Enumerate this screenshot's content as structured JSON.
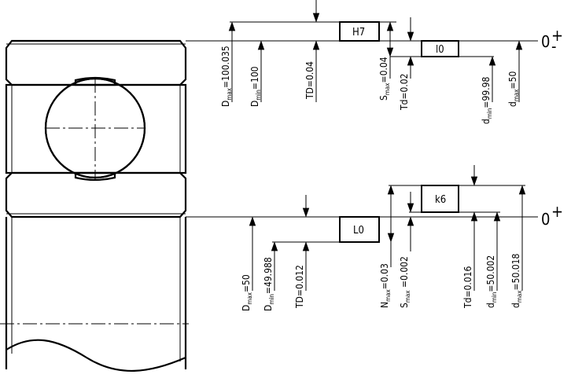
{
  "top_fit": {
    "hole_zone": "H7",
    "shaft_zone": "l0",
    "labels": {
      "D_max": "D",
      "D_max_sub": "max",
      "D_max_val": "=100.035",
      "D_min": "D",
      "D_min_sub": "min",
      "D_min_val": "=100",
      "TD": "TD=0.04",
      "S_max": "S",
      "S_max_sub": "max",
      "S_max_val": "=0.04",
      "Td": "Td=0.02",
      "d_min": "d",
      "d_min_sub": "min",
      "d_min_val": "=99.98",
      "d_max": "d",
      "d_max_sub": "max",
      "d_max_val": "=50"
    }
  },
  "bottom_fit": {
    "hole_zone": "L0",
    "shaft_zone": "k6",
    "labels": {
      "D_max": "D",
      "D_max_sub": "max",
      "D_max_val": "=50",
      "D_min": "D",
      "D_min_sub": "min",
      "D_min_val": "=49.988",
      "TD": "TD=0.012",
      "N_max": "N",
      "N_max_sub": "max",
      "N_max_val": "=0.03",
      "S_max": "S",
      "S_max_sub": "max",
      "S_max_val": " =0.002",
      "Td": "Td=0.016",
      "d_min": "d",
      "d_min_sub": "min",
      "d_min_val": "=50.002",
      "d_max": "d",
      "d_max_sub": "max",
      "d_max_val": "=50.018"
    }
  },
  "zero_line": {
    "zero": "0",
    "plus": "+",
    "minus": "-"
  }
}
